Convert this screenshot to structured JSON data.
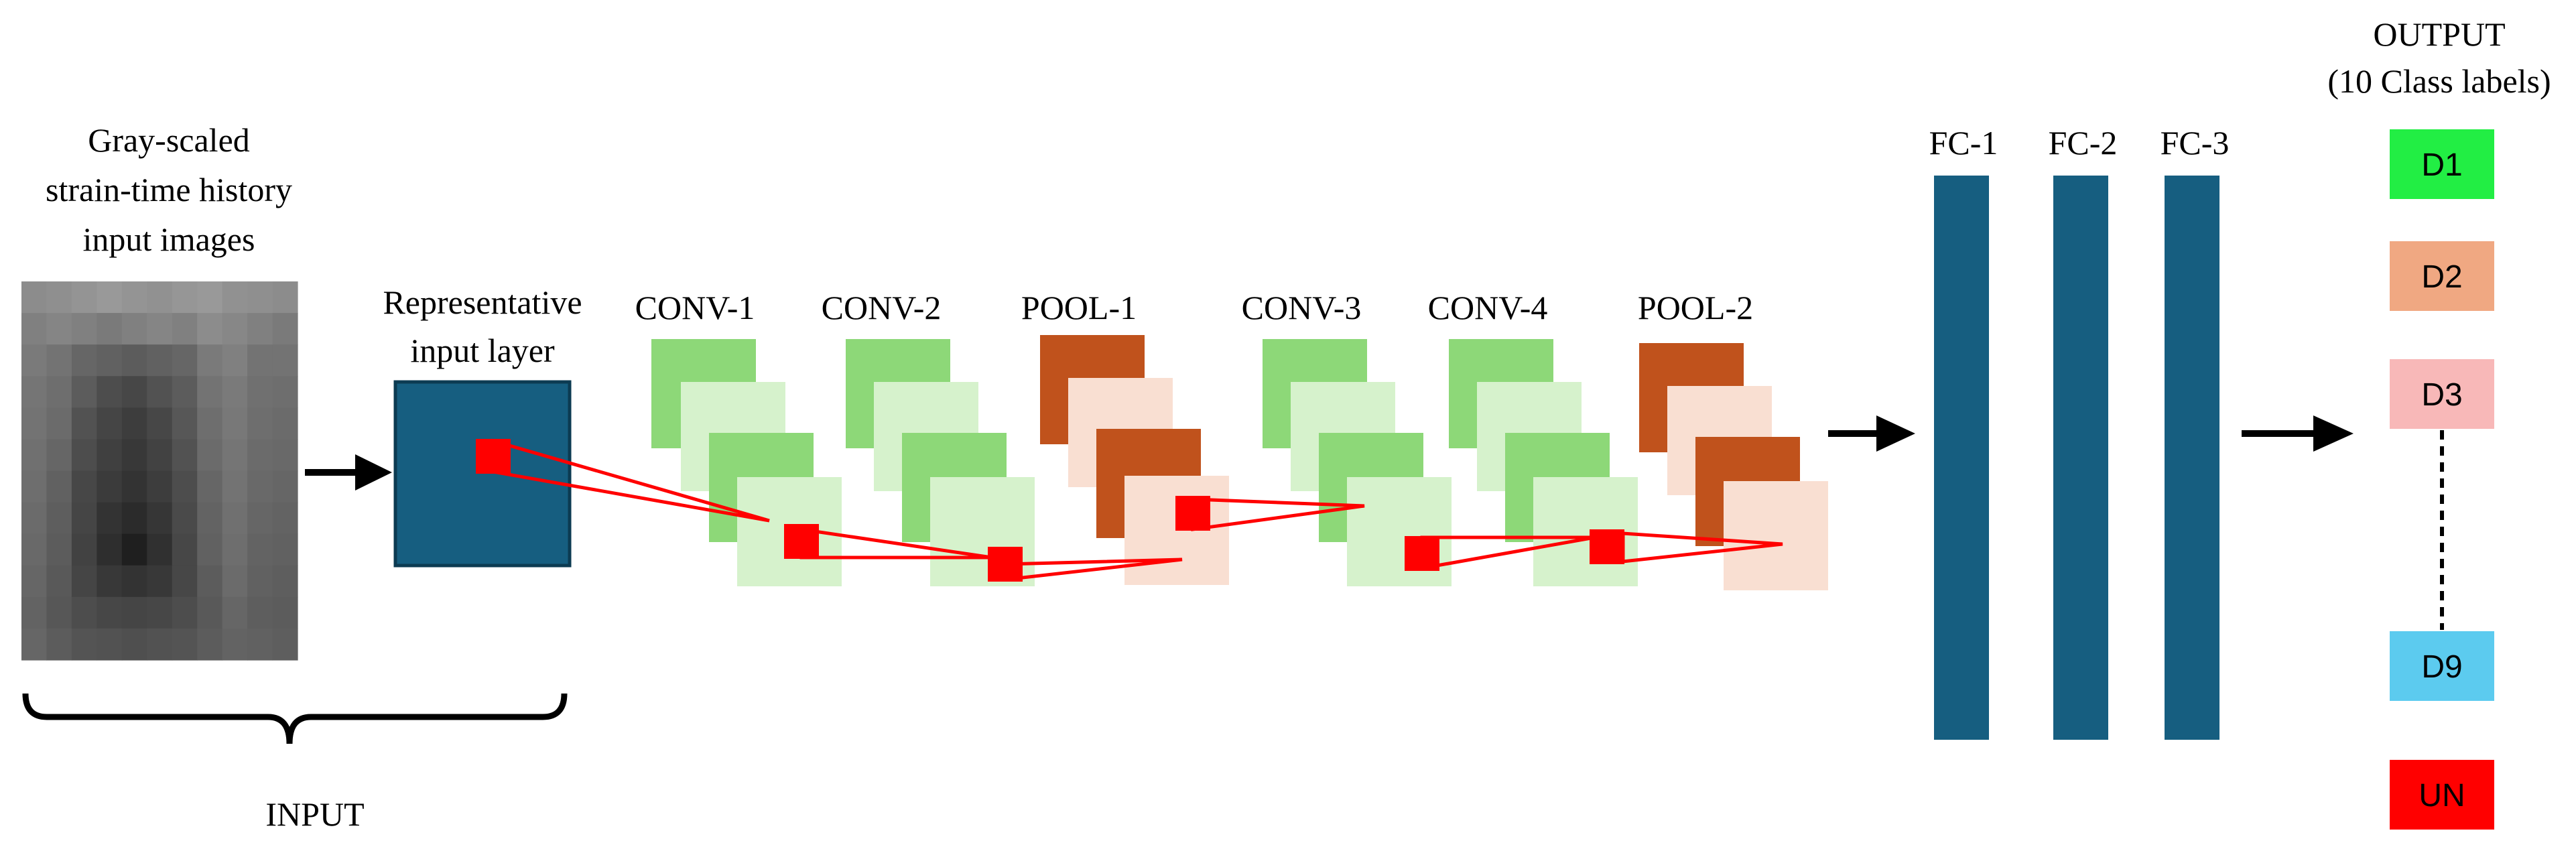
{
  "input_image_caption": [
    "Gray-scaled",
    "strain-time history",
    "input images"
  ],
  "input_layer_caption": [
    "Representative",
    "input layer"
  ],
  "input_bracket_label": "INPUT",
  "layers": {
    "conv1": "CONV-1",
    "conv2": "CONV-2",
    "pool1": "POOL-1",
    "conv3": "CONV-3",
    "conv4": "CONV-4",
    "pool2": "POOL-2",
    "fc1": "FC-1",
    "fc2": "FC-2",
    "fc3": "FC-3"
  },
  "output_title": [
    "OUTPUT",
    "(10 Class labels)"
  ],
  "classes": [
    {
      "label": "D1",
      "color": "#22ee44"
    },
    {
      "label": "D2",
      "color": "#f0a882"
    },
    {
      "label": "D3",
      "color": "#f8b8b8"
    },
    {
      "label": "D9",
      "color": "#5ccbef"
    },
    {
      "label": "UN",
      "color": "#ff0000"
    }
  ],
  "colors": {
    "conv_dark": "#8dd878",
    "conv_light": "#d6f2cc",
    "pool_dark": "#c0521c",
    "pool_light": "#f9dfd2",
    "input_layer": "#165e80",
    "fc": "#165e80",
    "kernel": "#ff0000"
  },
  "input_image_grid": [
    [
      0.55,
      0.56,
      0.58,
      0.6,
      0.58,
      0.57,
      0.59,
      0.6,
      0.57,
      0.56,
      0.55
    ],
    [
      0.5,
      0.52,
      0.5,
      0.48,
      0.5,
      0.52,
      0.5,
      0.55,
      0.53,
      0.5,
      0.48
    ],
    [
      0.48,
      0.45,
      0.4,
      0.38,
      0.36,
      0.38,
      0.4,
      0.48,
      0.5,
      0.45,
      0.45
    ],
    [
      0.46,
      0.43,
      0.36,
      0.3,
      0.28,
      0.32,
      0.36,
      0.45,
      0.48,
      0.44,
      0.43
    ],
    [
      0.45,
      0.42,
      0.32,
      0.27,
      0.24,
      0.28,
      0.34,
      0.43,
      0.47,
      0.43,
      0.42
    ],
    [
      0.44,
      0.4,
      0.3,
      0.25,
      0.22,
      0.26,
      0.32,
      0.42,
      0.46,
      0.42,
      0.41
    ],
    [
      0.43,
      0.38,
      0.28,
      0.23,
      0.2,
      0.24,
      0.3,
      0.4,
      0.45,
      0.41,
      0.4
    ],
    [
      0.42,
      0.37,
      0.27,
      0.2,
      0.17,
      0.21,
      0.29,
      0.39,
      0.44,
      0.4,
      0.39
    ],
    [
      0.41,
      0.36,
      0.26,
      0.18,
      0.12,
      0.19,
      0.28,
      0.38,
      0.43,
      0.39,
      0.38
    ],
    [
      0.4,
      0.35,
      0.27,
      0.22,
      0.2,
      0.22,
      0.28,
      0.36,
      0.42,
      0.38,
      0.37
    ],
    [
      0.39,
      0.34,
      0.3,
      0.28,
      0.27,
      0.28,
      0.3,
      0.35,
      0.4,
      0.37,
      0.36
    ],
    [
      0.4,
      0.36,
      0.33,
      0.32,
      0.31,
      0.32,
      0.33,
      0.36,
      0.39,
      0.38,
      0.37
    ]
  ]
}
